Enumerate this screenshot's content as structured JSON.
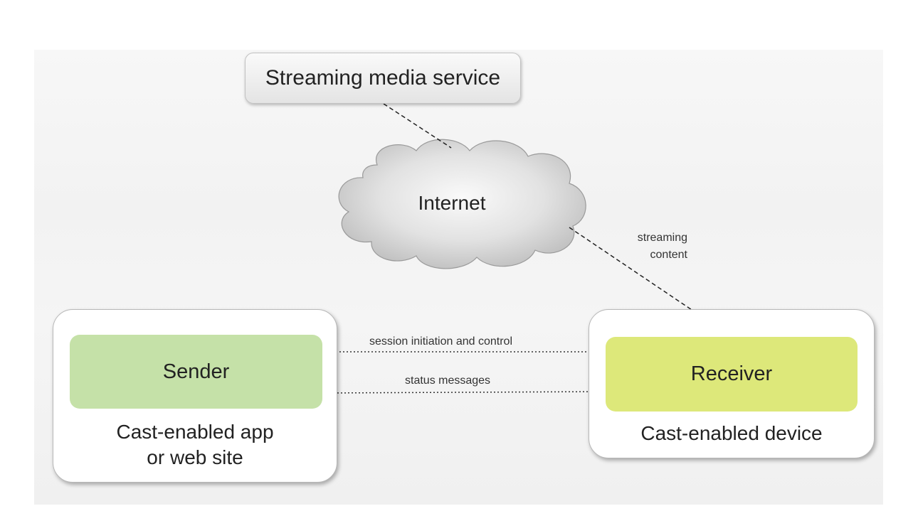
{
  "service": {
    "label": "Streaming media service"
  },
  "cloud": {
    "label": "Internet"
  },
  "sender": {
    "label": "Sender",
    "caption_line1": "Cast-enabled app",
    "caption_line2": "or web site",
    "color": "#c5e1a8"
  },
  "receiver": {
    "label": "Receiver",
    "caption": "Cast-enabled device",
    "color": "#dde87a"
  },
  "connections": {
    "session_label": "session initiation and control",
    "status_label": "status messages",
    "streaming_line1": "streaming",
    "streaming_line2": "content"
  },
  "icons": {
    "cloud": "cloud-icon"
  }
}
